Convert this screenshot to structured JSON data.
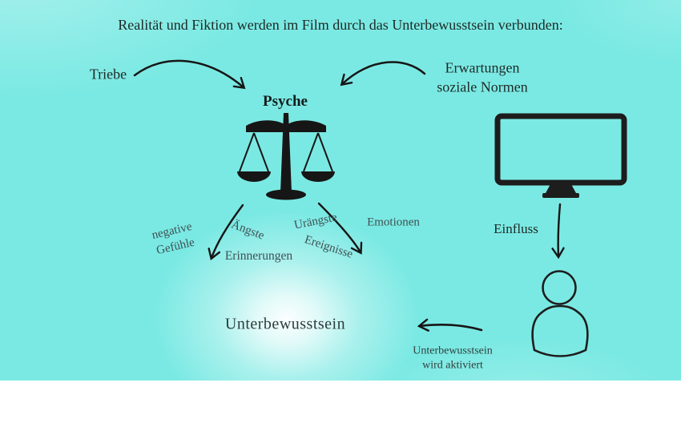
{
  "title": "Realität und Fiktion werden im Film durch das Unterbewusstsein verbunden:",
  "colors": {
    "background": "#7BE9E3",
    "ink": "#161616",
    "text_dark": "#1e2a28",
    "text_muted": "#3e5054",
    "glow": "#ffffff"
  },
  "inputs": {
    "triebe": "Triebe",
    "erwartungen": [
      "Erwartungen",
      "soziale Normen"
    ]
  },
  "psyche": "Psyche",
  "outputs": {
    "negative_gefuehle": [
      "negative",
      "Gefühle"
    ],
    "aengste": "Ängste",
    "erinnerungen": "Erinnerungen",
    "uraengste": "Urängste",
    "ereignisse": "Ereignisse",
    "emotionen": "Emotionen"
  },
  "unterbewusstsein": "Unterbewusstsein",
  "media": {
    "einfluss": "Einfluss",
    "aktiviert": [
      "Unterbewusstsein",
      "wird aktiviert"
    ]
  },
  "icons": {
    "scale": "balance-scale-icon",
    "tv": "tv-monitor-icon",
    "person": "person-icon",
    "arrows": "hand-drawn-curved-arrows"
  }
}
